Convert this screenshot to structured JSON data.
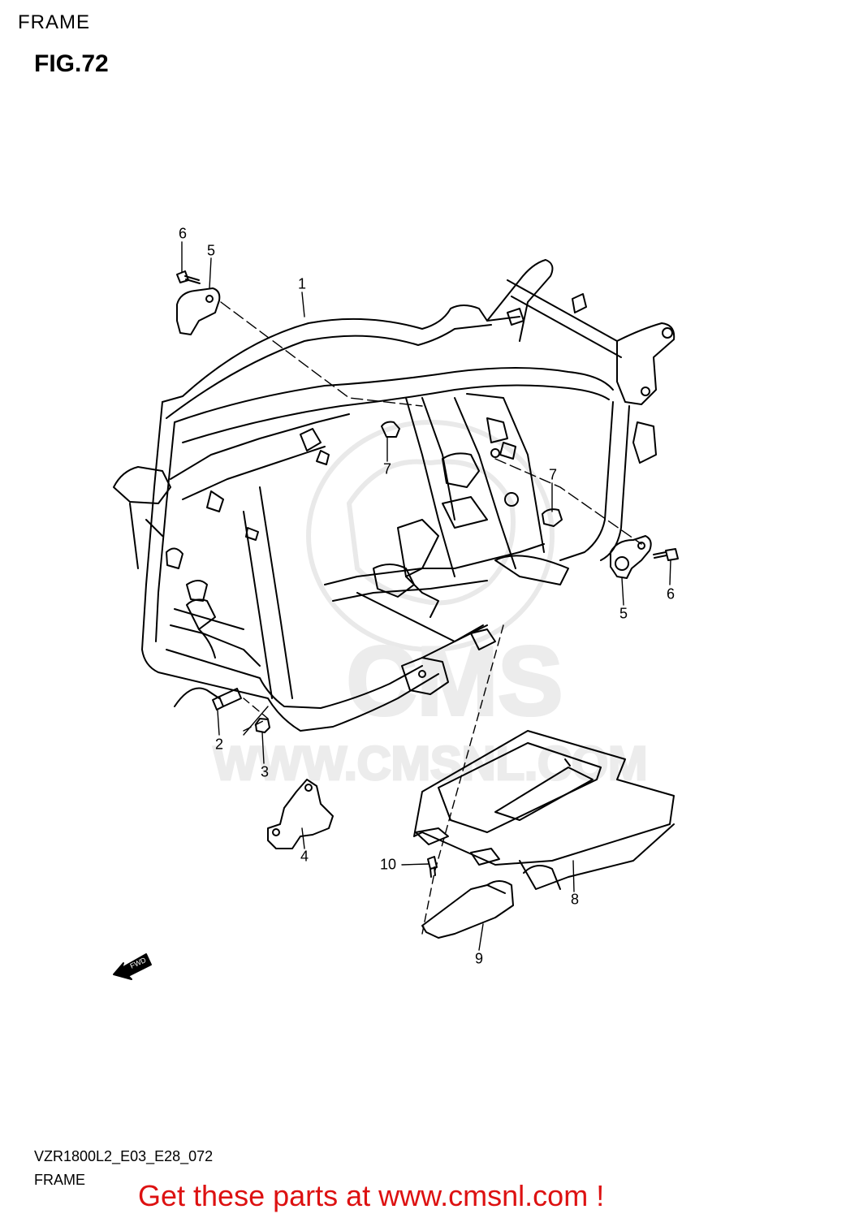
{
  "header": {
    "section_title": "FRAME",
    "figure": "FIG.72"
  },
  "watermark": {
    "brand": "CMS",
    "site": "WWW.CMSNL.COM"
  },
  "direction_indicator": {
    "label": "FWD"
  },
  "callouts": [
    {
      "id": "c1",
      "text": "1"
    },
    {
      "id": "c2",
      "text": "2"
    },
    {
      "id": "c3",
      "text": "3"
    },
    {
      "id": "c4",
      "text": "4"
    },
    {
      "id": "c5a",
      "text": "5"
    },
    {
      "id": "c5b",
      "text": "5"
    },
    {
      "id": "c6a",
      "text": "6"
    },
    {
      "id": "c6b",
      "text": "6"
    },
    {
      "id": "c7a",
      "text": "7"
    },
    {
      "id": "c7b",
      "text": "7"
    },
    {
      "id": "c8",
      "text": "8"
    },
    {
      "id": "c9",
      "text": "9"
    },
    {
      "id": "c10",
      "text": "10"
    }
  ],
  "footer": {
    "diagram_code": "VZR1800L2_E03_E28_072",
    "diagram_name": "FRAME",
    "promo_text": "Get these parts at www.cmsnl.com !"
  }
}
